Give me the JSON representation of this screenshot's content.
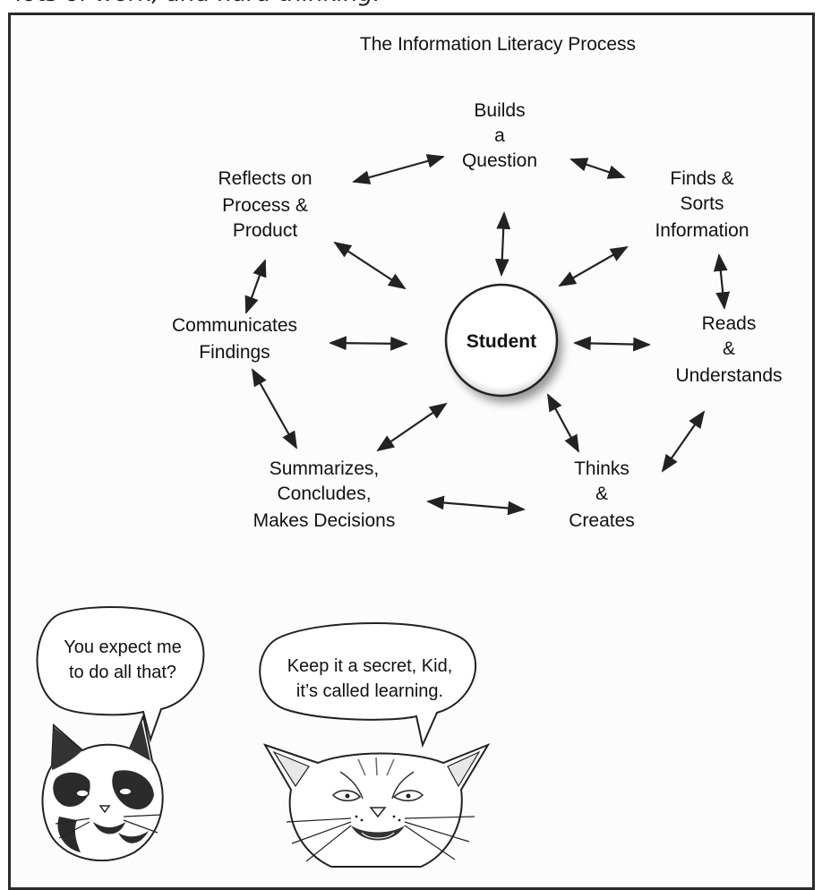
{
  "header_fragment": "lots of work, and hard thinking.",
  "diagram": {
    "title": "The Information Literacy Process",
    "center": "Student",
    "nodes": {
      "builds_question": [
        "Builds",
        "a",
        "Question"
      ],
      "finds_sorts": [
        "Finds &",
        "Sorts",
        "Information"
      ],
      "reads_understands": [
        "Reads",
        "&",
        "Understands"
      ],
      "thinks_creates": [
        "Thinks",
        "&",
        "Creates"
      ],
      "summarizes": [
        "Summarizes,",
        "Concludes,",
        "Makes Decisions"
      ],
      "communicates": [
        "Communicates",
        "Findings"
      ],
      "reflects": [
        "Reflects on",
        "Process &",
        "Product"
      ]
    }
  },
  "cartoon": {
    "left_speech": [
      "You expect me",
      "to do all that?"
    ],
    "right_speech": [
      "Keep it a secret, Kid,",
      "it’s called learning."
    ]
  }
}
